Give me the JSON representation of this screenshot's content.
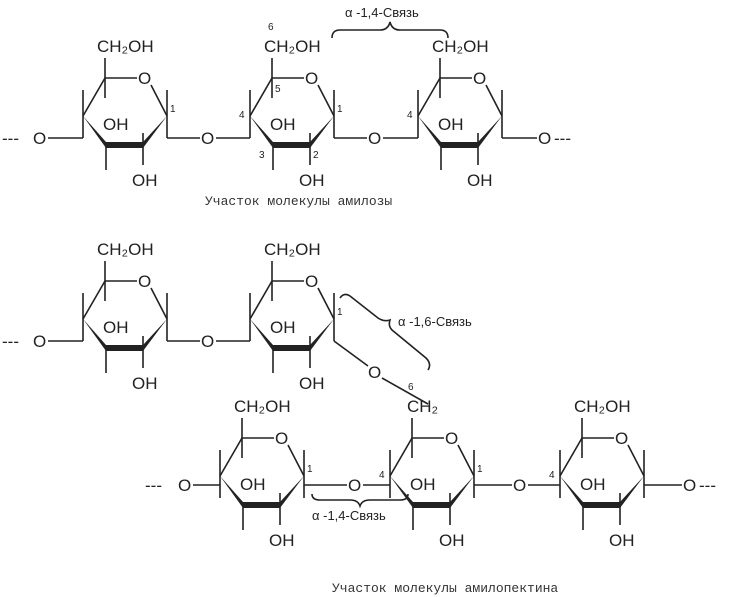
{
  "atoms": {
    "ch2oh": "CH₂OH",
    "ch2": "CH₂",
    "oh": "OH",
    "o": "O",
    "dash": "---"
  },
  "carbon_numbers": [
    "1",
    "2",
    "3",
    "4",
    "5",
    "6"
  ],
  "amylose": {
    "bond_label": "α -1,4-Связь",
    "caption": "Участок молекулы амилозы"
  },
  "amylopectin": {
    "branch_bond_label": "α -1,6-Связь",
    "chain_bond_label": "α -1,4-Связь",
    "caption": "Участок молекулы амилопектина"
  }
}
